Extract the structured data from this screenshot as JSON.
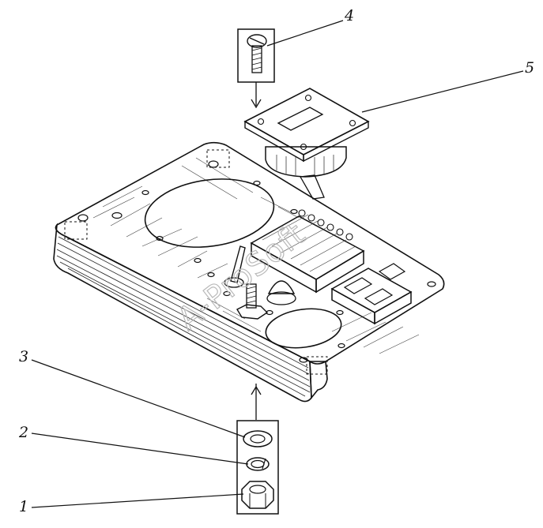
{
  "callouts": [
    {
      "id": "1",
      "label": "1"
    },
    {
      "id": "2",
      "label": "2"
    },
    {
      "id": "3",
      "label": "3"
    },
    {
      "id": "4",
      "label": "4"
    },
    {
      "id": "5",
      "label": "5"
    }
  ],
  "watermark": "A-ProSoft",
  "colors": {
    "ink": "#111111",
    "paper": "#ffffff",
    "watermark": "#b9b9b9"
  }
}
